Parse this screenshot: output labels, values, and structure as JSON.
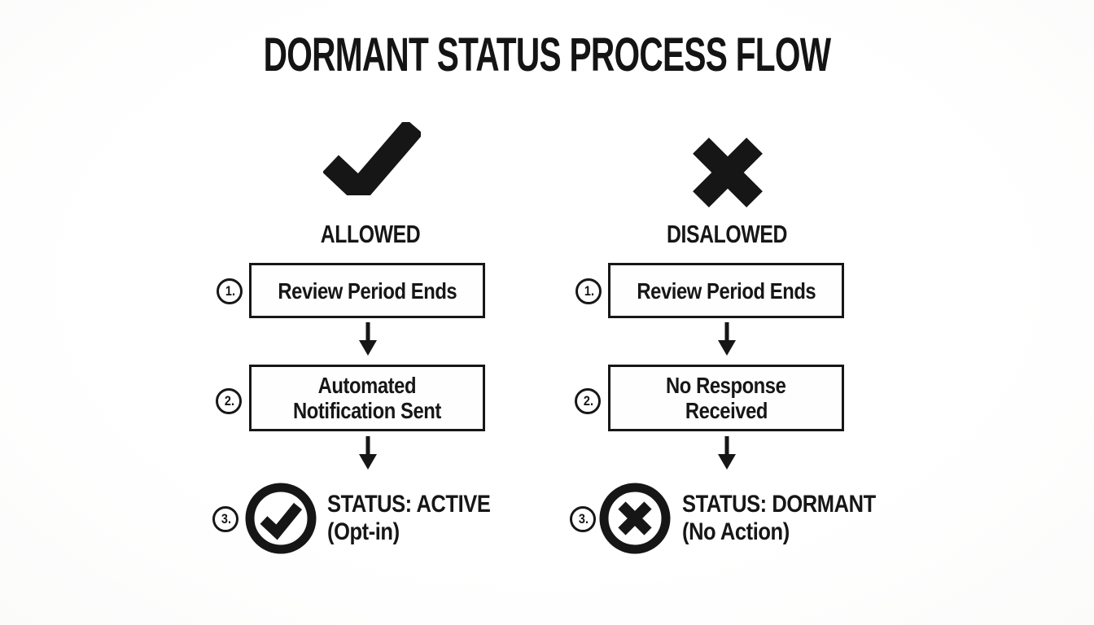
{
  "page": {
    "title": "DORMANT STATUS PROCESS FLOW",
    "background": "#fcfcfb",
    "ink": "#161616"
  },
  "columns": [
    {
      "id": "allowed",
      "header_icon": "check-icon",
      "label": "ALLOWED",
      "steps": [
        {
          "number": "1.",
          "type": "box",
          "lines": [
            "Review Period Ends"
          ]
        },
        {
          "number": "2.",
          "type": "box",
          "lines": [
            "Automated",
            "Notification Sent"
          ]
        },
        {
          "number": "3.",
          "type": "status",
          "status_icon": "check-circle-icon",
          "lines": [
            "STATUS: ACTIVE",
            "(Opt-in)"
          ]
        }
      ]
    },
    {
      "id": "disallowed",
      "header_icon": "cross-icon",
      "label": "DISALOWED",
      "steps": [
        {
          "number": "1.",
          "type": "box",
          "lines": [
            "Review Period Ends"
          ]
        },
        {
          "number": "2.",
          "type": "box",
          "lines": [
            "No Response",
            "Received"
          ]
        },
        {
          "number": "3.",
          "type": "status",
          "status_icon": "cross-circle-icon",
          "lines": [
            "STATUS: DORMANT",
            "(No Action)"
          ]
        }
      ]
    }
  ]
}
